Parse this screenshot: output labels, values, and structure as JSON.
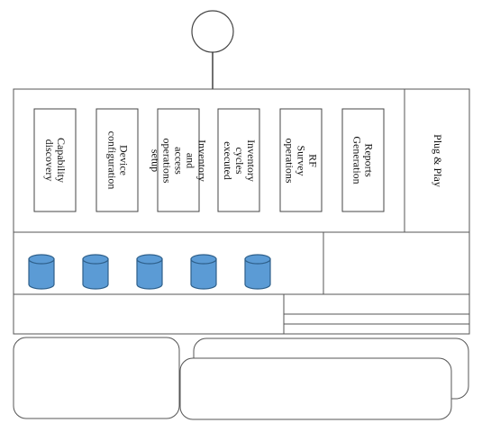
{
  "modules": [
    {
      "id": "capability-discovery",
      "label": "Capability\ndiscovery"
    },
    {
      "id": "device-configuration",
      "label": "Device\nconfiguration"
    },
    {
      "id": "inventory-access-setup",
      "label": "Inventory and\naccess operations\nsetup"
    },
    {
      "id": "inventory-cycles",
      "label": "Inventory cycles\nexecuted"
    },
    {
      "id": "rf-survey",
      "label": "RF Survey\noperations"
    },
    {
      "id": "reports-generation",
      "label": "Reports\nGeneration"
    }
  ],
  "plug_and_play": {
    "label": "Plug & Play"
  },
  "databases": {
    "count": 5
  },
  "colors": {
    "line": "#3a3a3a",
    "database_fill": "#5b9bd5",
    "database_stroke": "#2e5f8a",
    "box_fill": "#ffffff"
  }
}
